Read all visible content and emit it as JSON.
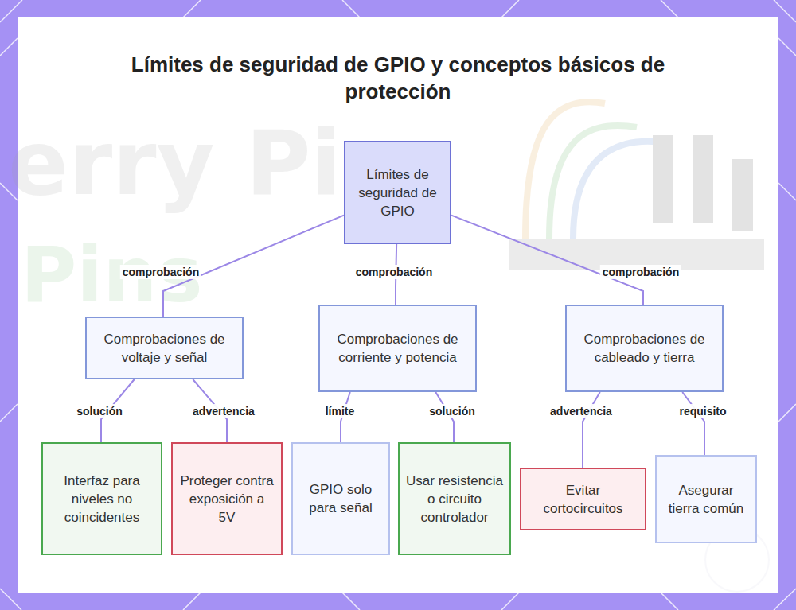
{
  "diagram": {
    "title": "Límites de seguridad de GPIO y conceptos básicos de protección",
    "nodes": [
      {
        "text": [
          "Límites de seguridad de GPIO"
        ]
      },
      {
        "text": [
          "Comprobaciones de voltaje y señal"
        ]
      },
      {
        "text": [
          "Comprobaciones de corriente y potencia"
        ]
      },
      {
        "text": [
          "Comprobaciones de cableado y tierra"
        ]
      },
      {
        "text": [
          "Interfaz para niveles no coincidentes"
        ]
      },
      {
        "text": [
          "Proteger contra exposición a 5V"
        ]
      },
      {
        "text": [
          "GPIO solo para señal"
        ]
      },
      {
        "text": [
          "Usar resistencia o circuito controlador"
        ]
      },
      {
        "text": [
          "Evitar cortocircuitos"
        ]
      },
      {
        "text": [
          "Asegurar tierra común"
        ]
      }
    ],
    "edges": [
      {
        "from": 0,
        "to": 1,
        "label": "comprobación",
        "arrow": "none"
      },
      {
        "from": 0,
        "to": 2,
        "label": "comprobación",
        "arrow": "none"
      },
      {
        "from": 0,
        "to": 3,
        "label": "comprobación",
        "arrow": "none"
      },
      {
        "from": 1,
        "to": 4,
        "label": "solución",
        "arrow": "none"
      },
      {
        "from": 1,
        "to": 5,
        "label": "advertencia",
        "arrow": "none"
      },
      {
        "from": 2,
        "to": 6,
        "label": "límite",
        "arrow": "none"
      },
      {
        "from": 2,
        "to": 7,
        "label": "solución",
        "arrow": "none"
      },
      {
        "from": 3,
        "to": 8,
        "label": "advertencia",
        "arrow": "none"
      },
      {
        "from": 3,
        "to": 9,
        "label": "requisito",
        "arrow": "none"
      }
    ],
    "labels": [
      "erry Pi",
      "Pins"
    ]
  }
}
